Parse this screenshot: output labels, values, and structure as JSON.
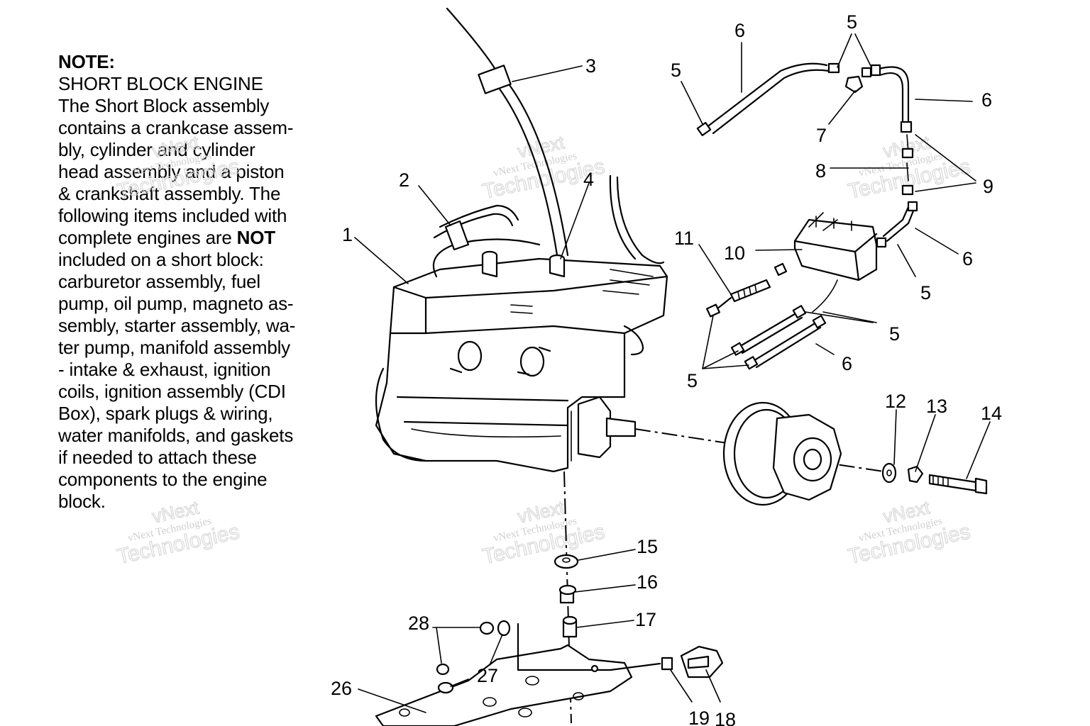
{
  "note": {
    "title": "NOTE:",
    "heading": "SHORT BLOCK ENGINE",
    "lines": [
      "The Short Block assembly",
      "contains a crankcase assem-",
      "bly, cylinder and cylinder",
      "head assembly and a piston",
      "& crankshaft assembly.  The",
      "following items included with",
      "complete engines are "
    ],
    "bold_word": "NOT",
    "lines_after": [
      "included on a short block:",
      "carburetor assembly, fuel",
      "pump, oil pump, magneto as-",
      "sembly, starter assembly, wa-",
      "ter pump, manifold assembly",
      "- intake & exhaust, ignition",
      "coils, ignition assembly (CDI",
      "Box), spark plugs & wiring,",
      "water manifolds, and gaskets",
      "if needed to attach these",
      "components to the engine",
      "block."
    ]
  },
  "watermark": {
    "line1": "vNext",
    "line2": "vNext Technologies",
    "line3": "Technologies"
  },
  "callouts": {
    "c1": "1",
    "c2": "2",
    "c3": "3",
    "c4": "4",
    "c5a": "5",
    "c5b": "5",
    "c5c": "5",
    "c5d": "5",
    "c5e": "5",
    "c6a": "6",
    "c6b": "6",
    "c6c": "6",
    "c6d": "6",
    "c7": "7",
    "c8": "8",
    "c9": "9",
    "c10": "10",
    "c11": "11",
    "c12": "12",
    "c13": "13",
    "c14": "14",
    "c15": "15",
    "c16": "16",
    "c17": "17",
    "c18": "18",
    "c19": "19",
    "c26": "26",
    "c27": "27",
    "c28": "28"
  }
}
